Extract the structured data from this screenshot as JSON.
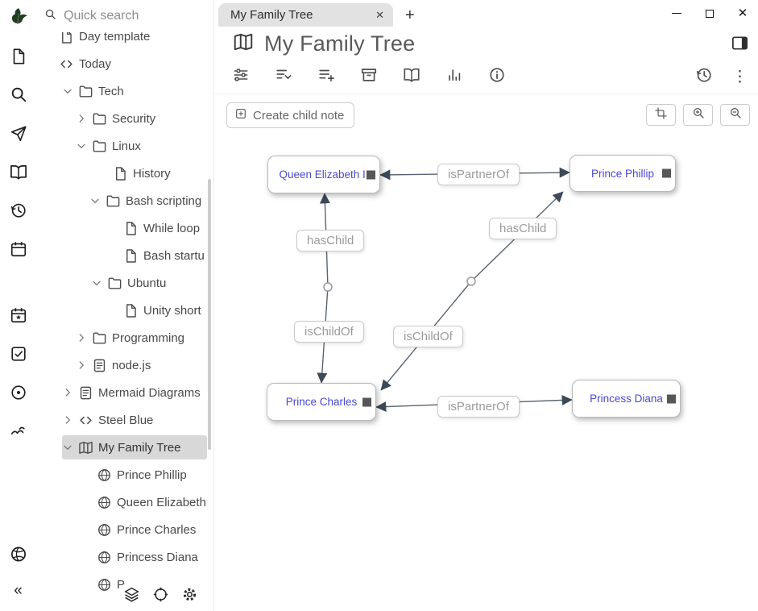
{
  "titlebar": {
    "tab_title": "My Family Tree",
    "new_tab": "+",
    "close_glyph": "✕",
    "kebab_glyph": "⋮",
    "collapse_glyph": "«"
  },
  "launcher": {
    "icons": [
      "trilium-logo",
      "new-note",
      "search",
      "send",
      "book",
      "recent-changes",
      "calendar",
      "calendar-star",
      "task-check",
      "circle-dot",
      "wave",
      "globe",
      "collapse-sidebar"
    ]
  },
  "sidebar": {
    "quick_search": {
      "placeholder": "Quick search"
    },
    "tree": [
      {
        "label": "Day template"
      },
      {
        "label": "Today"
      },
      {
        "label": "Tech"
      },
      {
        "label": "Security"
      },
      {
        "label": "Linux"
      },
      {
        "label": "History"
      },
      {
        "label": "Bash scripting"
      },
      {
        "label": "While loop"
      },
      {
        "label": "Bash startu"
      },
      {
        "label": "Ubuntu"
      },
      {
        "label": "Unity short"
      },
      {
        "label": "Programming"
      },
      {
        "label": "node.js"
      },
      {
        "label": "Mermaid Diagrams"
      },
      {
        "label": "Steel Blue"
      },
      {
        "label": "My Family Tree",
        "selected": true
      },
      {
        "label": "Prince Phillip"
      },
      {
        "label": "Queen Elizabeth"
      },
      {
        "label": "Prince Charles"
      },
      {
        "label": "Princess Diana"
      },
      {
        "label": "P"
      }
    ],
    "bottom_icons": [
      "layers",
      "crosshair",
      "gear"
    ]
  },
  "note_header": {
    "title": "My Family Tree"
  },
  "toolbar": {
    "create_child_note_label": "Create child note"
  },
  "map": {
    "nodes": [
      {
        "label": "Queen Elizabeth II"
      },
      {
        "label": "Prince Phillip"
      },
      {
        "label": "Prince Charles"
      },
      {
        "label": "Princess Diana"
      }
    ],
    "edges": [
      {
        "label": "isPartnerOf",
        "from": "Queen Elizabeth II",
        "to": "Prince Phillip"
      },
      {
        "label": "hasChild",
        "from": "Queen Elizabeth II",
        "to": "Prince Charles"
      },
      {
        "label": "hasChild",
        "from": "Prince Phillip",
        "to": "Prince Charles"
      },
      {
        "label": "isChildOf",
        "from": "Prince Charles",
        "to": "Queen Elizabeth II"
      },
      {
        "label": "isChildOf",
        "from": "Prince Charles",
        "to": "Prince Phillip"
      },
      {
        "label": "isPartnerOf",
        "from": "Prince Charles",
        "to": "Princess Diana"
      }
    ]
  },
  "colors": {
    "node_text": "#4a49cf",
    "edge_line": "#5a6470",
    "edge_label_text": "#9b9b9b",
    "selected_row_bg": "#d8d8d8",
    "tab_bg": "#e2e2e2"
  }
}
